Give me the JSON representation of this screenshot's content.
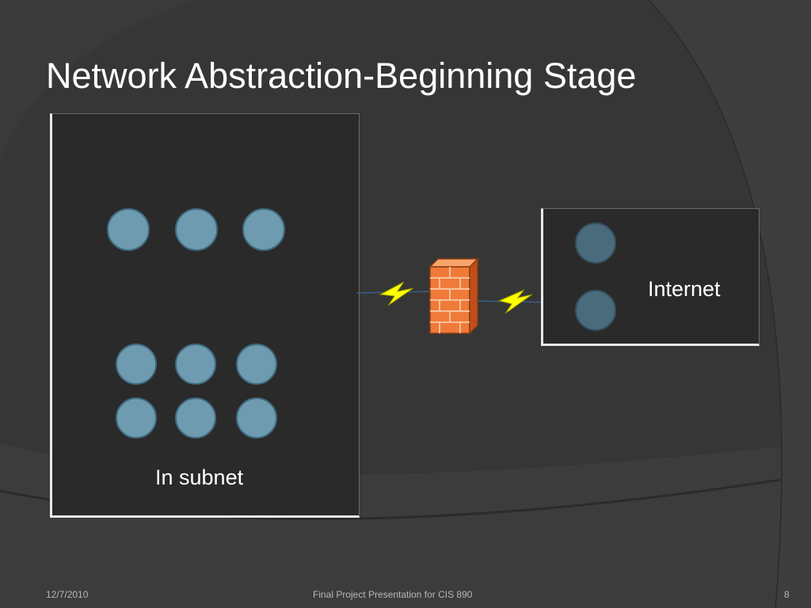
{
  "slide": {
    "title": "Network Abstraction-Beginning Stage"
  },
  "diagram": {
    "subnet_label": "In subnet",
    "internet_label": "Internet",
    "subnet_node_count": 9,
    "internet_node_count": 2
  },
  "footer": {
    "date": "12/7/2010",
    "center_text": "Final Project Presentation for CIS 890",
    "page_number": "8"
  },
  "colors": {
    "background": "#363636",
    "panel": "#2a2a2a",
    "node": "#6e9bb0",
    "internet_node": "#4a6b7c",
    "firewall": "#f07a3a",
    "lightning": "#ffff00"
  }
}
